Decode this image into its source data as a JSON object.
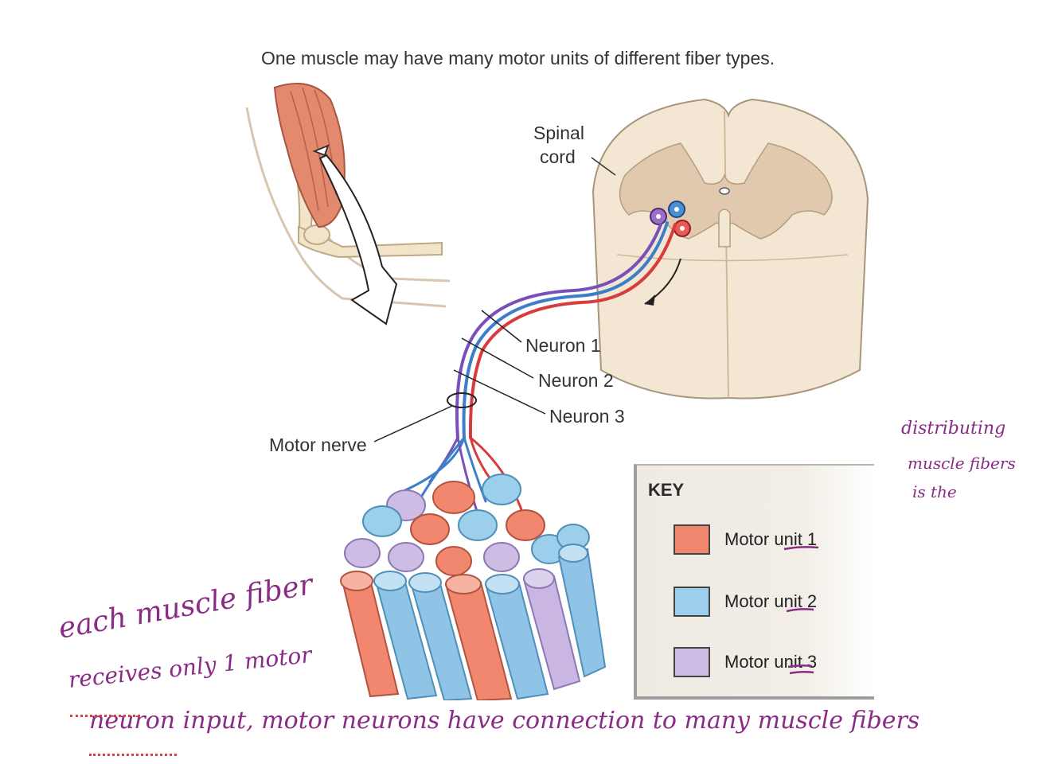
{
  "figure": {
    "title": "One muscle may have many motor units of different fiber types.",
    "labels": {
      "spinal_cord_line1": "Spinal",
      "spinal_cord_line2": "cord",
      "neuron1": "Neuron 1",
      "neuron2": "Neuron 2",
      "neuron3": "Neuron 3",
      "motor_nerve": "Motor nerve"
    },
    "key": {
      "title": "KEY",
      "items": [
        {
          "label": "Motor unit 1",
          "color": "#f2876f"
        },
        {
          "label": "Motor unit 2",
          "color": "#9ccfeb"
        },
        {
          "label": "Motor unit 3",
          "color": "#cdbde4"
        }
      ]
    }
  },
  "annotations": {
    "side_note_line1": "distributing",
    "side_note_line2": "muscle fibers",
    "side_note_line3": "is the",
    "bottom_line1": "each muscle fiber",
    "bottom_line2": "receives only 1 motor",
    "bottom_line3": "neuron input, motor neurons have connection to many muscle fibers",
    "ink_color": "#8a2b86"
  },
  "colors": {
    "unit1": "#f2876f",
    "unit2": "#8fc4e6",
    "unit3": "#c9b6e2",
    "muscle": "#e3896e",
    "cord_white": "#f3e6d2",
    "cord_gray": "#e0c9ae"
  }
}
